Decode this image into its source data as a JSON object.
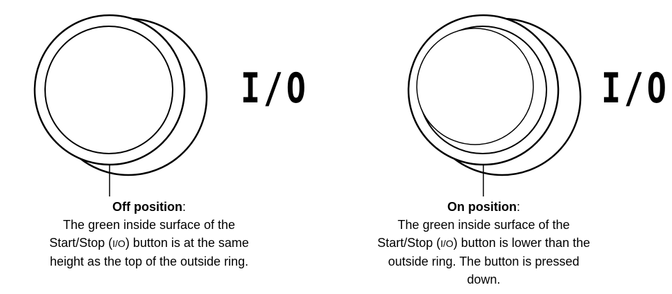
{
  "off": {
    "io_label": "I/O",
    "title": "Off position",
    "title_suffix": ":",
    "line1": "The green inside surface of the",
    "line2_pre": "Start/Stop (",
    "line2_sym": "I/O",
    "line2_post": ") button is at the same",
    "line3": "height as the top of the outside ring."
  },
  "on": {
    "io_label": "I/O",
    "title": "On position",
    "title_suffix": ":",
    "line1": "The green inside surface of the",
    "line2_pre": "Start/Stop (",
    "line2_sym": "I/O",
    "line2_post": ") button is lower than the",
    "line3": "outside ring. The button is pressed",
    "line4": "down."
  }
}
